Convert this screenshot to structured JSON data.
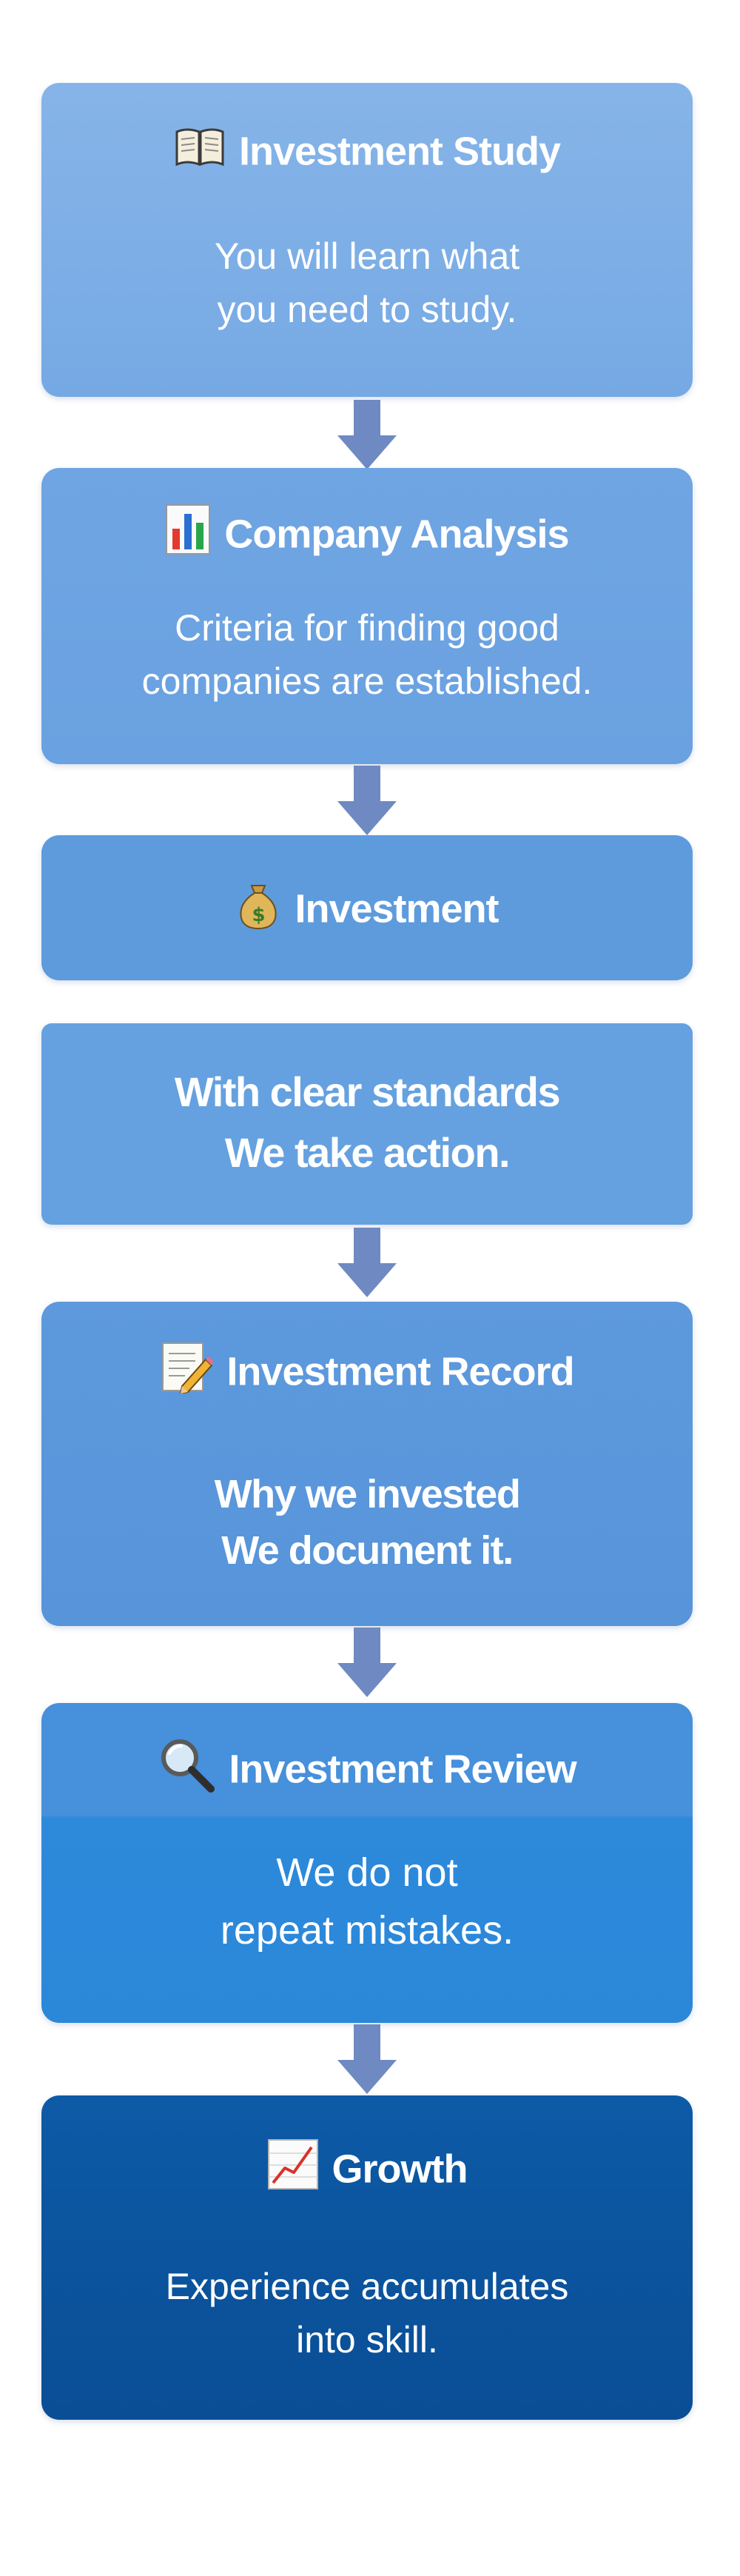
{
  "steps": [
    {
      "icon": "open-book-icon",
      "title": "Investment Study",
      "lines": [
        "You will learn what",
        "you need to study."
      ]
    },
    {
      "icon": "bar-chart-icon",
      "title": "Company Analysis",
      "lines": [
        "Criteria for finding good",
        "companies are established."
      ]
    },
    {
      "icon": "money-bag-icon",
      "title": "Investment",
      "lines": [
        "With clear standards",
        "We take action."
      ]
    },
    {
      "icon": "memo-icon",
      "title": "Investment Record",
      "lines": [
        "Why we invested",
        "We document it."
      ]
    },
    {
      "icon": "magnifying-glass-icon",
      "title": "Investment Review",
      "lines": [
        "We do not",
        "repeat mistakes."
      ]
    },
    {
      "icon": "chart-increasing-icon",
      "title": "Growth",
      "lines": [
        "Experience accumulates",
        "into skill."
      ]
    }
  ],
  "colors": {
    "card_light": "#7cade6",
    "card_mid": "#5f9bdd",
    "card_deep": "#2f8ad9",
    "card_dark": "#0a4e96",
    "arrow": "#6f89c2"
  }
}
